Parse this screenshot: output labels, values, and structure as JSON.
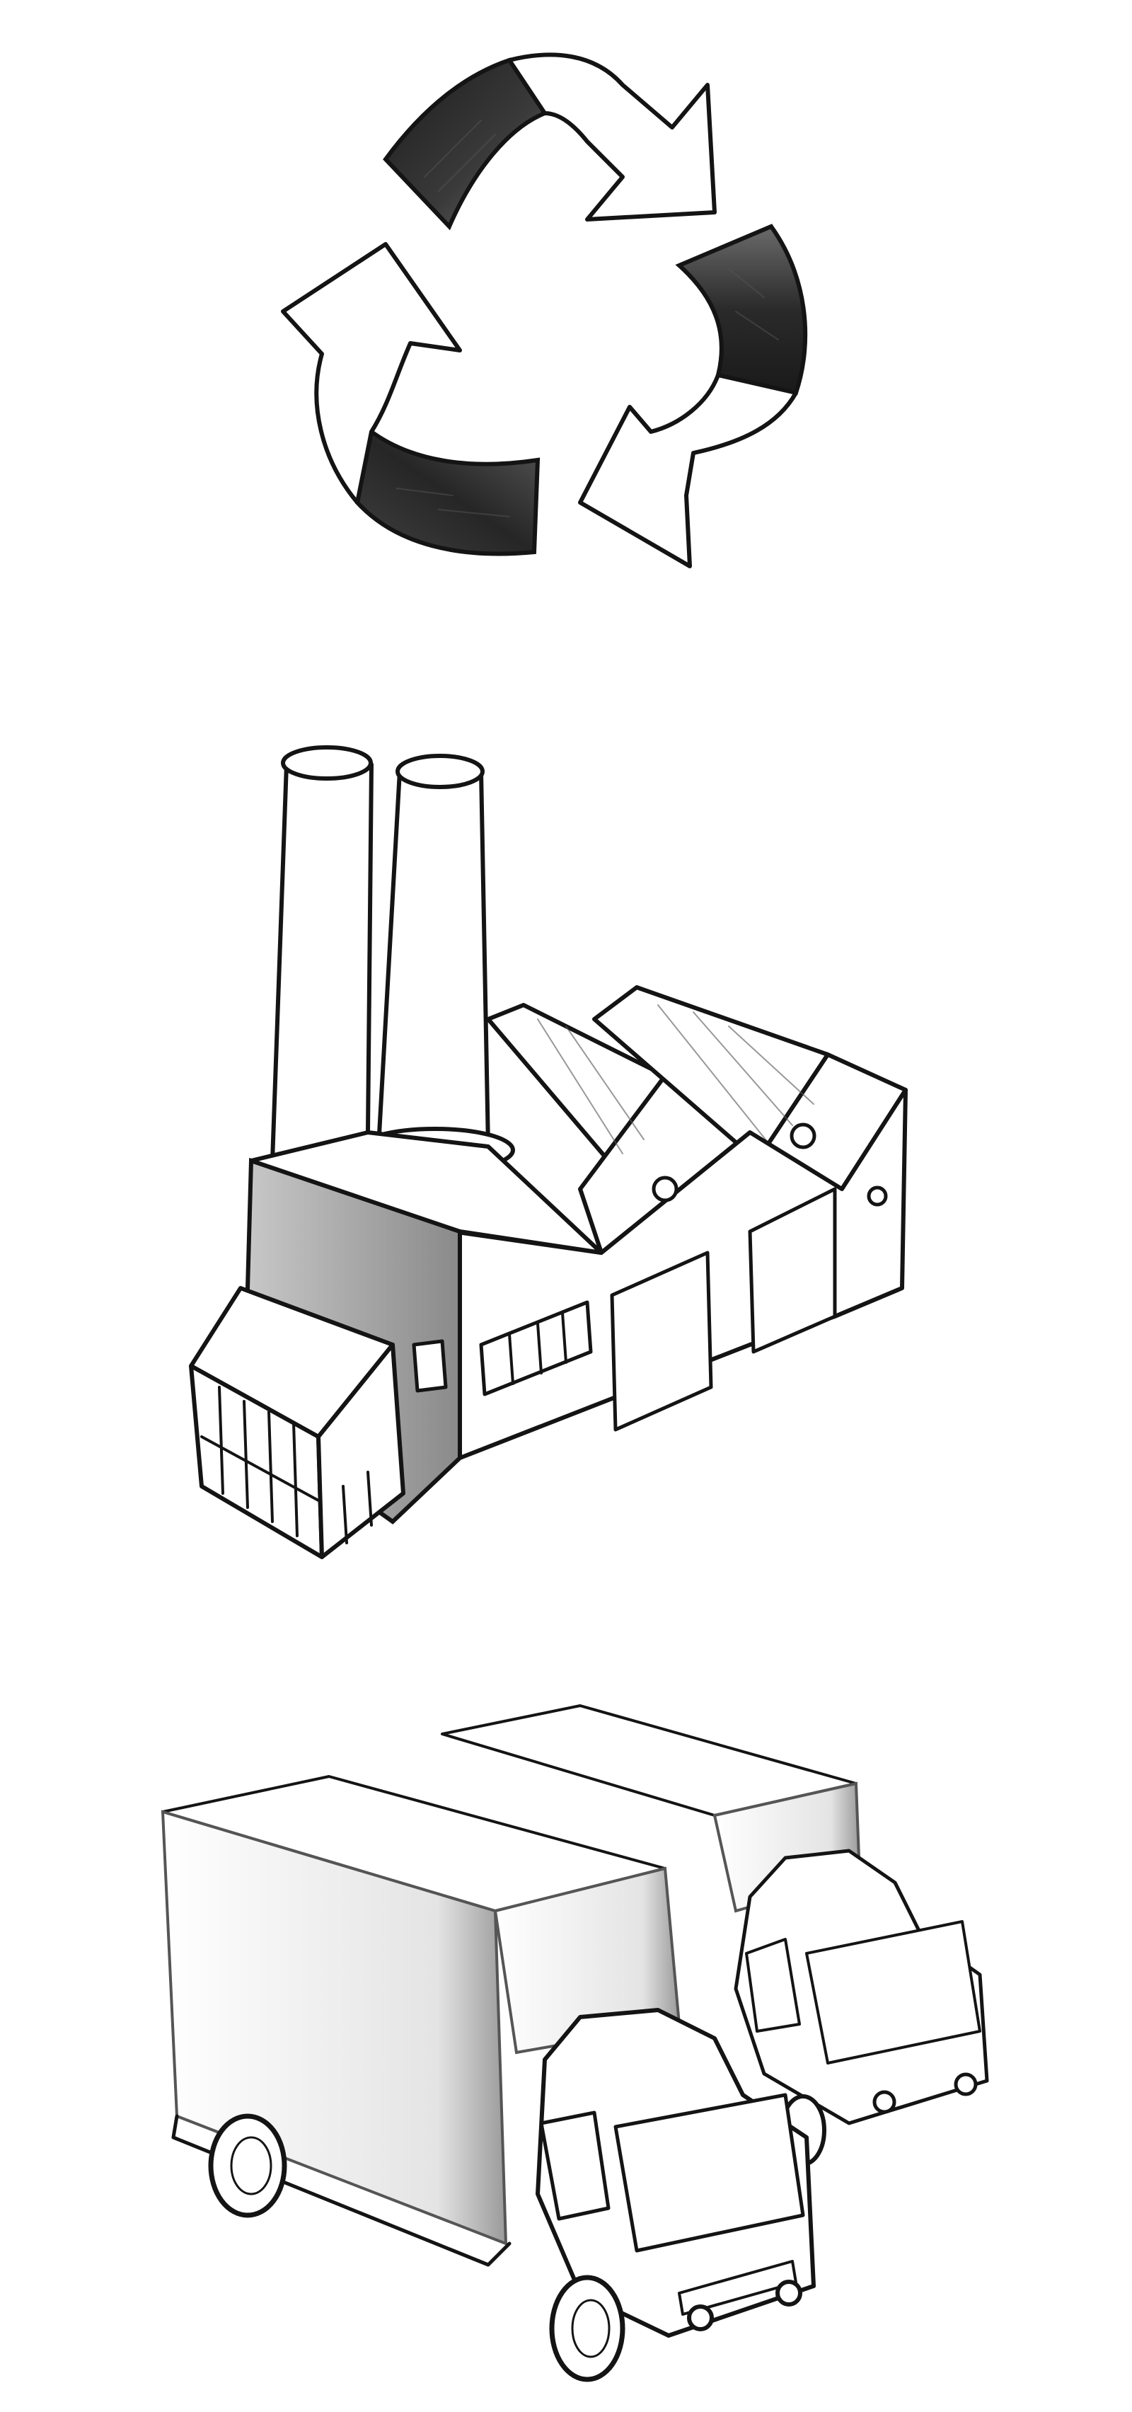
{
  "page": {
    "background": "#ffffff",
    "ink_color": "#141414",
    "shade_color": "#3a3a3a",
    "pencil_gray": "#9a9a9a"
  },
  "illustrations": [
    {
      "id": "recycle",
      "icon": "recycle-icon"
    },
    {
      "id": "factory",
      "icon": "factory-icon"
    },
    {
      "id": "trucks",
      "icon": "delivery-trucks-icon"
    }
  ]
}
